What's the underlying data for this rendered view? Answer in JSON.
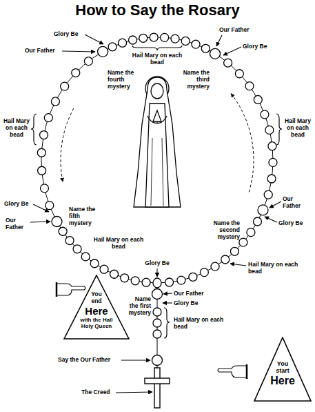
{
  "diagram": {
    "title": "How to Say the Rosary",
    "nodes": [
      {
        "text": [
          "You end",
          "Here",
          "with the Hail Holy Queen"
        ]
      },
      {
        "text": [
          "You start",
          "Here"
        ]
      }
    ],
    "labels": [
      "Glory Be",
      "Our Father",
      "Hail Mary on each bead",
      "Name the fourth mystery",
      "Our Father",
      "Glory Be",
      "Name the third mystery",
      "Hail Mary on each bead",
      "Hail Mary on each bead",
      "Glory Be",
      "Our Father",
      "Name the fifth mystery",
      "Our Father",
      "Name the second mystery",
      "Glory Be",
      "Hail Mary on each bead",
      "Glory Be",
      "Our Father",
      "Hail Mary on each bead",
      "Name the first mystery",
      "Glory Be",
      "Hail Mary on each bead",
      "Say the Our Father",
      "The Creed"
    ]
  }
}
